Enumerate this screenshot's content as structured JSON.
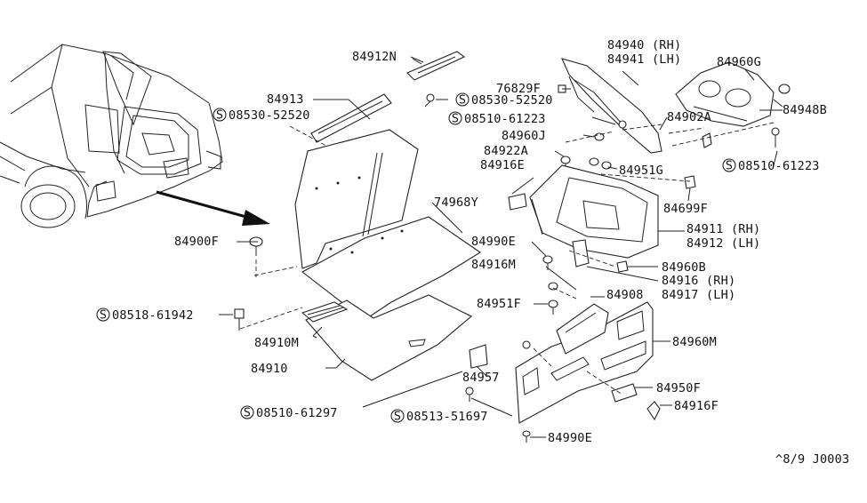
{
  "labels": {
    "p84912N": "84912N",
    "p84913": "84913",
    "s08530_a": "08530-52520",
    "p76829F": "76829F",
    "s08530_b": "08530-52520",
    "p84940": "84940 (RH)",
    "p84941": "84941 (LH)",
    "p84960G": "84960G",
    "s08510_a": "08510-61223",
    "p84902A": "84902A",
    "p84948B": "84948B",
    "p84960J": "84960J",
    "p84922A": "84922A",
    "p84916E": "84916E",
    "p84951G": "84951G",
    "s08510_b": "08510-61223",
    "p84699F": "84699F",
    "p74968Y": "74968Y",
    "p84900F": "84900F",
    "p84990E_a": "84990E",
    "p84911": "84911 (RH)",
    "p84912": "84912 (LH)",
    "p84916M": "84916M",
    "p84960B": "84960B",
    "p84916": "84916 (RH)",
    "p84917": "84917 (LH)",
    "p84908": "84908",
    "s08518": "08518-61942",
    "p84951F": "84951F",
    "p84910M": "84910M",
    "p84960M": "84960M",
    "p84910": "84910",
    "p84957": "84957",
    "p84950F": "84950F",
    "s08510_c": "08510-61297",
    "s08513": "08513-51697",
    "p84916F": "84916F",
    "p84990E_b": "84990E",
    "ref_code": "^8/9 J0003"
  },
  "screw_symbol": "S",
  "icons": [
    "vehicle-rear-illustration",
    "direction-arrow",
    "screw-symbol"
  ]
}
